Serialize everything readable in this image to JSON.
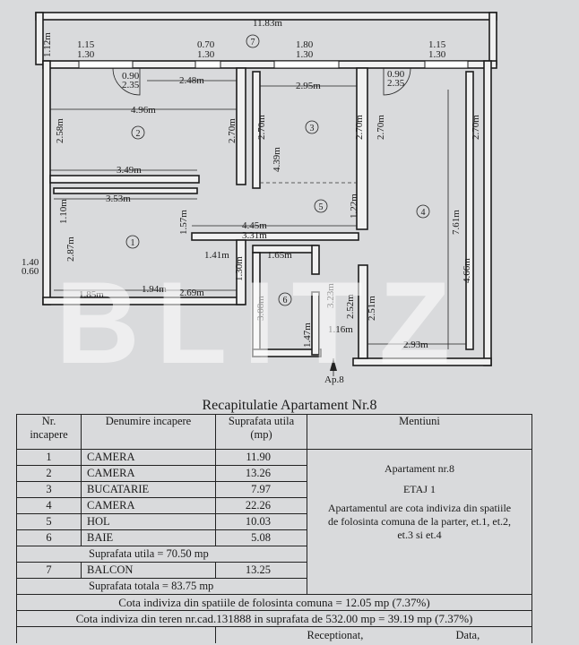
{
  "plan": {
    "dims": {
      "total_width": "11.83m",
      "left_height": "1.12m",
      "window1_top": "1.15",
      "window1_bottom": "1.30",
      "window2_top": "0.70",
      "window2_bottom": "1.30",
      "window3_top": "1.80",
      "window3_bottom": "1.30",
      "window4_top": "1.15",
      "window4_bottom": "1.30",
      "door1_top": "0.90",
      "door1_bottom": "2.35",
      "door2_top": "0.90",
      "door2_bottom": "2.35",
      "r2_width_248": "2.48m",
      "r2_width_496": "4.96m",
      "r3_width_295": "2.95m",
      "r2_height_258": "2.58m",
      "r2_height_270a": "2.70m",
      "r3_height_270a": "2.70m",
      "r3_height_439": "4.39m",
      "r3_height_270b": "2.70m",
      "r4_height_270a": "2.70m",
      "r4_height_270b": "2.70m",
      "r2_width_349": "3.49m",
      "r1_width_353": "3.53m",
      "r1_height_110": "1.10m",
      "r1_height_157": "1.57m",
      "r1_height_287": "2.87m",
      "hall_width_445": "4.45m",
      "hall_width_331": "3.31m",
      "hall_height_122": "1.22m",
      "r4_height_761": "7.61m",
      "r4_height_466": "4.66m",
      "left_win_top": "1.40",
      "left_win_bottom": "0.60",
      "bath_w_141": "1.41m",
      "bath_w_165": "1.65m",
      "bath_h_130": "1.30m",
      "r1_w_185": "1.85m",
      "r1_w_194": "1.94m",
      "r1_w_269": "2.69m",
      "bath_h_308": "3.08m",
      "bath_h_323": "3.23m",
      "hall_h_252": "2.52m",
      "hall_h_251": "2.51m",
      "bath_h_147": "1.47m",
      "bath_w_116": "1.16m",
      "r4_w_293": "2.93m"
    },
    "rooms": [
      "1",
      "2",
      "3",
      "4",
      "5",
      "6",
      "7"
    ],
    "entrance_label": "Ap.8"
  },
  "watermark": "BLITZ",
  "recap": {
    "title": "Recapitulatie Apartament Nr.8",
    "headers": {
      "nr": "Nr. incapere",
      "name": "Denumire incapere",
      "area": "Suprafata utila (mp)",
      "notes": "Mentiuni"
    },
    "rows": [
      {
        "nr": "1",
        "name": "CAMERA",
        "area": "11.90"
      },
      {
        "nr": "2",
        "name": "CAMERA",
        "area": "13.26"
      },
      {
        "nr": "3",
        "name": "BUCATARIE",
        "area": "7.97"
      },
      {
        "nr": "4",
        "name": "CAMERA",
        "area": "22.26"
      },
      {
        "nr": "5",
        "name": "HOL",
        "area": "10.03"
      },
      {
        "nr": "6",
        "name": "BAIE",
        "area": "5.08"
      }
    ],
    "useful_total": "Suprafata utila = 70.50 mp",
    "balcony": {
      "nr": "7",
      "name": "BALCON",
      "area": "13.25"
    },
    "grand_total": "Suprafata totala = 83.75 mp",
    "notes": {
      "line1": "Apartament nr.8",
      "line2": "ETAJ 1",
      "line3": "Apartamentul are cota indiviza din spatiile de folosinta comuna de la parter, et.1, et.2, et.3 si et.4"
    },
    "common_share": "Cota indiviza din spatiile de folosinta comuna = 12.05 mp (7.37%)",
    "land_share": "Cota indiviza din teren nr.cad.131888 in suprafata de 532.00 mp = 39.19 mp (7.37%)",
    "received": "Receptionat,",
    "date": "Data,"
  }
}
